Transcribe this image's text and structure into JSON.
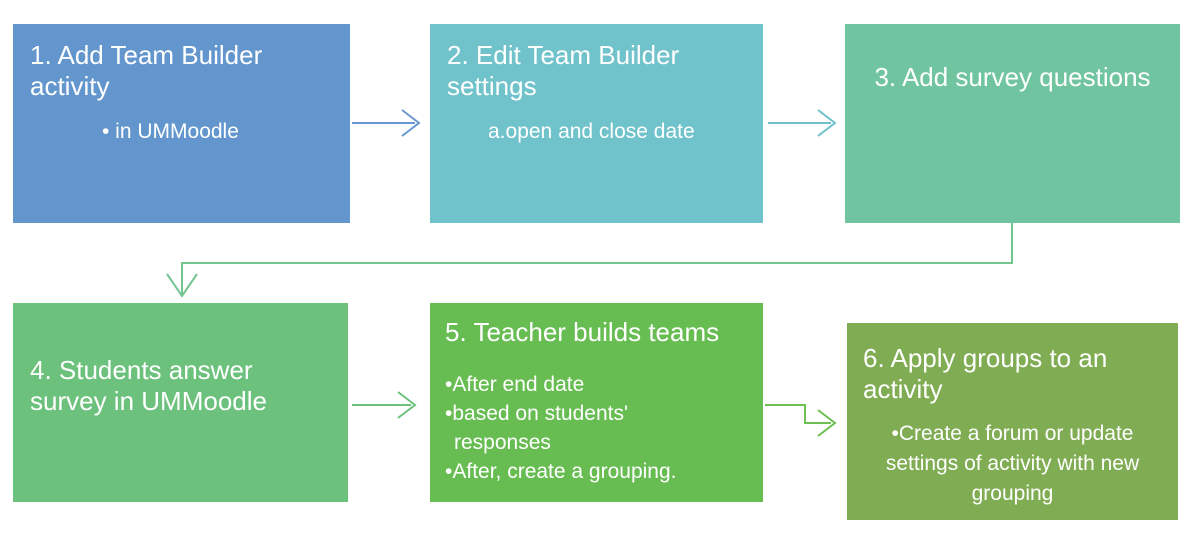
{
  "diagram": {
    "title_implicit": "Team Builder workflow flowchart",
    "background_color": "#ffffff",
    "text_color": "#ffffff",
    "boxes": [
      {
        "step": "1",
        "title": "1. Add Team Builder activity",
        "body": "• in UMMoodle",
        "color": "#6396CD"
      },
      {
        "step": "2",
        "title": "2. Edit Team Builder settings",
        "body": "a.open and close date",
        "color": "#70C2CB"
      },
      {
        "step": "3",
        "title": "3. Add survey questions",
        "color": "#70C5A0"
      },
      {
        "step": "4",
        "title": "4. Students answer survey in UMMoodle",
        "color": "#6CC17D"
      },
      {
        "step": "5",
        "title": "5. Teacher builds teams",
        "bullets": [
          "•After end date",
          "•based on students' responses",
          "•After, create a grouping."
        ],
        "color": "#68BD52"
      },
      {
        "step": "6",
        "title": "6. Apply groups to an activity",
        "body": "•Create a forum or update settings of activity with new grouping",
        "color": "#80AD53"
      }
    ],
    "connectors": [
      {
        "from": "step-1",
        "to": "step-2",
        "style": "straight-open-arrow",
        "color": "#6A97CF"
      },
      {
        "from": "step-2",
        "to": "step-3",
        "style": "straight-open-arrow",
        "color": "#6FC2CB"
      },
      {
        "from": "step-3",
        "to": "step-4",
        "style": "elbow-open-arrow",
        "color": "#75C591"
      },
      {
        "from": "step-4",
        "to": "step-5",
        "style": "straight-open-arrow",
        "color": "#6CC17D"
      },
      {
        "from": "step-5",
        "to": "step-6",
        "style": "elbow-open-arrow",
        "color": "#6DBF52"
      }
    ]
  }
}
